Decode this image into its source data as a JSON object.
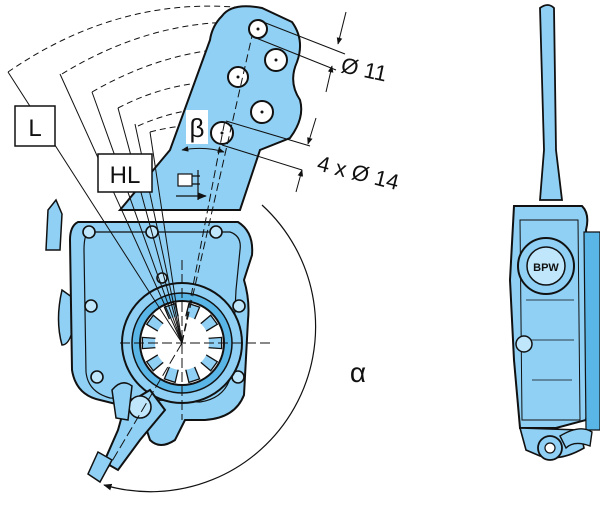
{
  "colors": {
    "body_fill": "#8fd0f4",
    "body_fill_dark": "#5bb6e8",
    "outline": "#111111",
    "background": "#ffffff"
  },
  "labels": {
    "hole_small": "Ø 11",
    "hole_large": "4 x Ø 14",
    "lever_length": "L",
    "hole_length": "HL",
    "beta": "β",
    "alpha": "α",
    "emblem": "BPW"
  },
  "icons": {
    "spline_hub": "spline-hub-icon",
    "emblem": "bpw-emblem-icon"
  }
}
